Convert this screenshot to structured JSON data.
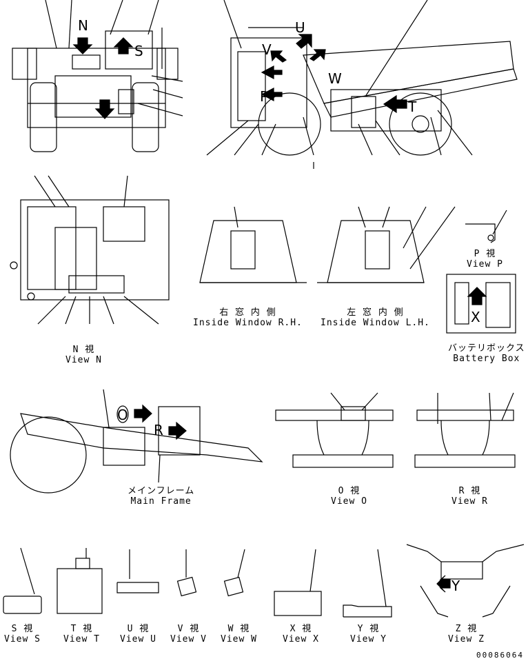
{
  "views": {
    "n": {
      "jp": "N 視",
      "en": "View N"
    },
    "p": {
      "jp": "P 視",
      "en": "View P"
    },
    "o": {
      "jp": "O 視",
      "en": "View O"
    },
    "r": {
      "jp": "R 視",
      "en": "View R"
    },
    "s": {
      "jp": "S 視",
      "en": "View S"
    },
    "t": {
      "jp": "T 視",
      "en": "View T"
    },
    "u": {
      "jp": "U 視",
      "en": "View U"
    },
    "v": {
      "jp": "V 視",
      "en": "View V"
    },
    "w": {
      "jp": "W 視",
      "en": "View W"
    },
    "x": {
      "jp": "X 視",
      "en": "View X"
    },
    "y": {
      "jp": "Y 視",
      "en": "View Y"
    },
    "z": {
      "jp": "Z 視",
      "en": "View Z"
    }
  },
  "inside_window_rh": {
    "jp": "右 窓 内 側",
    "en": "Inside Window R.H."
  },
  "inside_window_lh": {
    "jp": "左 窓 内 側",
    "en": "Inside Window L.H."
  },
  "battery_box": {
    "jp": "バッテリボックス",
    "en": "Battery Box"
  },
  "main_frame": {
    "jp": "メインフレーム",
    "en": "Main Frame"
  },
  "callouts": {
    "n": "N",
    "s": "S",
    "v": "V",
    "u": "U",
    "w": "W",
    "p": "P",
    "t": "T",
    "x": "X",
    "y": "Y",
    "o": "O",
    "r": "R"
  },
  "drawing_code": "00086064"
}
